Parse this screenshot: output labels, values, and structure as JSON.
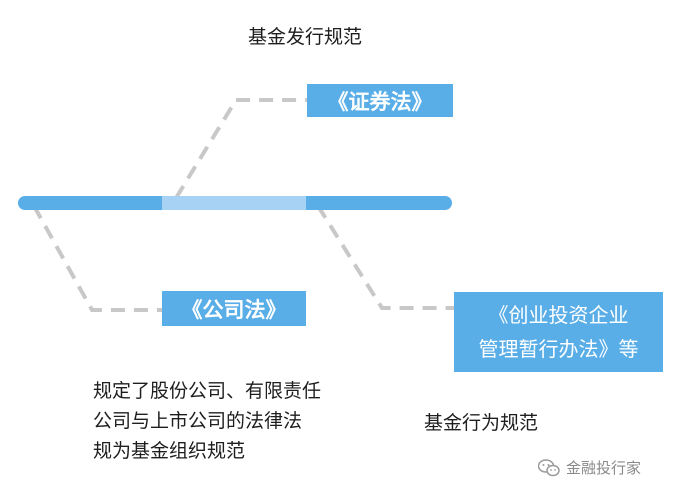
{
  "diagram": {
    "top_label": "基金发行规范",
    "securities_law": "《证券法》",
    "company_law": "《公司法》",
    "venture_rule": "《创业投资企业\n管理暂行办法》等",
    "company_law_note": "规定了股份公司、有限责任\n公司与上市公司的法律法\n规为基金组织规范",
    "behavior_label": "基金行为规范",
    "colors": {
      "bar_dark": "#5aaee8",
      "bar_light": "#a8d2f4",
      "box": "#5aaee8",
      "dash": "#c8c8c8"
    }
  },
  "watermark": {
    "text": "金融投行家",
    "icon": "wechat-icon"
  }
}
